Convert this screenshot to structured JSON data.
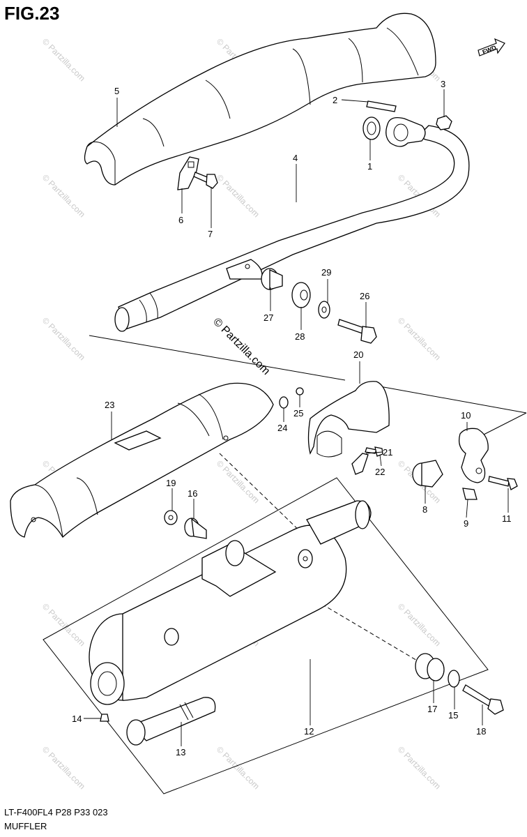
{
  "figure": {
    "title": "FIG.23"
  },
  "direction_badge": {
    "text": "FWD"
  },
  "callouts": [
    "1",
    "2",
    "3",
    "4",
    "5",
    "6",
    "7",
    "8",
    "9",
    "10",
    "11",
    "12",
    "13",
    "14",
    "15",
    "16",
    "17",
    "18",
    "19",
    "20",
    "21",
    "22",
    "23",
    "24",
    "25",
    "26",
    "27",
    "28",
    "29"
  ],
  "watermark": {
    "small": "© Partzilla.com",
    "large": "© Partzilla.com"
  },
  "footer": {
    "code": "LT-F400FL4  P28  P33  023",
    "name": "MUFFLER"
  }
}
